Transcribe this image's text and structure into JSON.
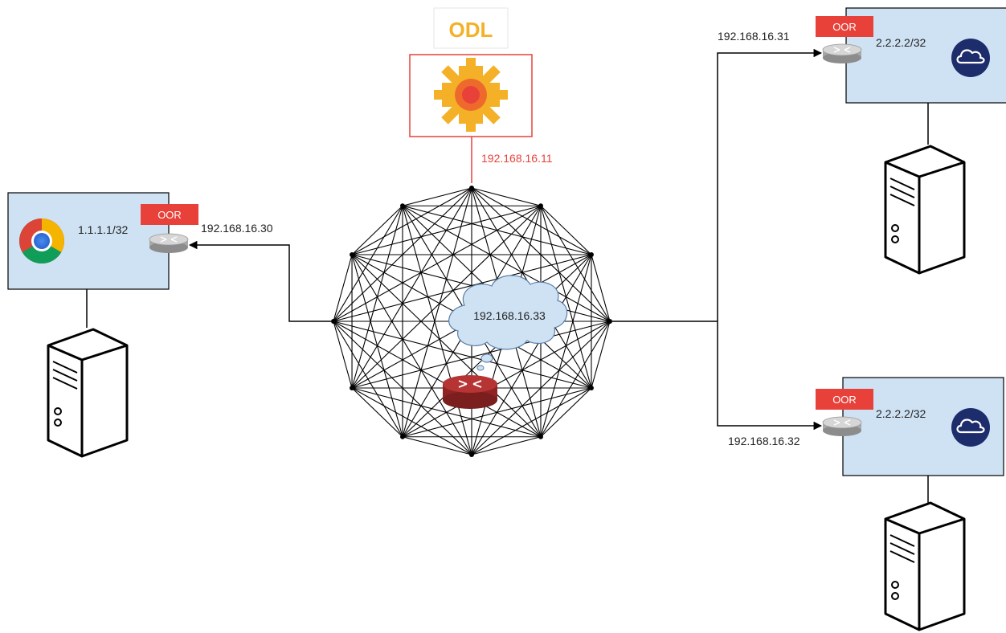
{
  "controller": {
    "label": "ODL",
    "ip": "192.168.16.11",
    "color": "#e8413a",
    "logo_color": "#f4b128"
  },
  "core": {
    "cloud_ip": "192.168.16.33",
    "router_color": "#a82d2d"
  },
  "left_site": {
    "badge": "OOR",
    "eid": "1.1.1.1/32",
    "rloc": "192.168.16.30",
    "app_icon": "chrome-icon",
    "box_color": "#cfe2f3"
  },
  "right_top_site": {
    "badge": "OOR",
    "eid": "2.2.2.2/32",
    "rloc": "192.168.16.31",
    "app_icon": "cloud-icon"
  },
  "right_bottom_site": {
    "badge": "OOR",
    "eid": "2.2.2.2/32",
    "rloc": "192.168.16.32",
    "app_icon": "cloud-icon"
  },
  "badge_color": "#e8413a",
  "cloud_icon_color": "#1d2c6b"
}
